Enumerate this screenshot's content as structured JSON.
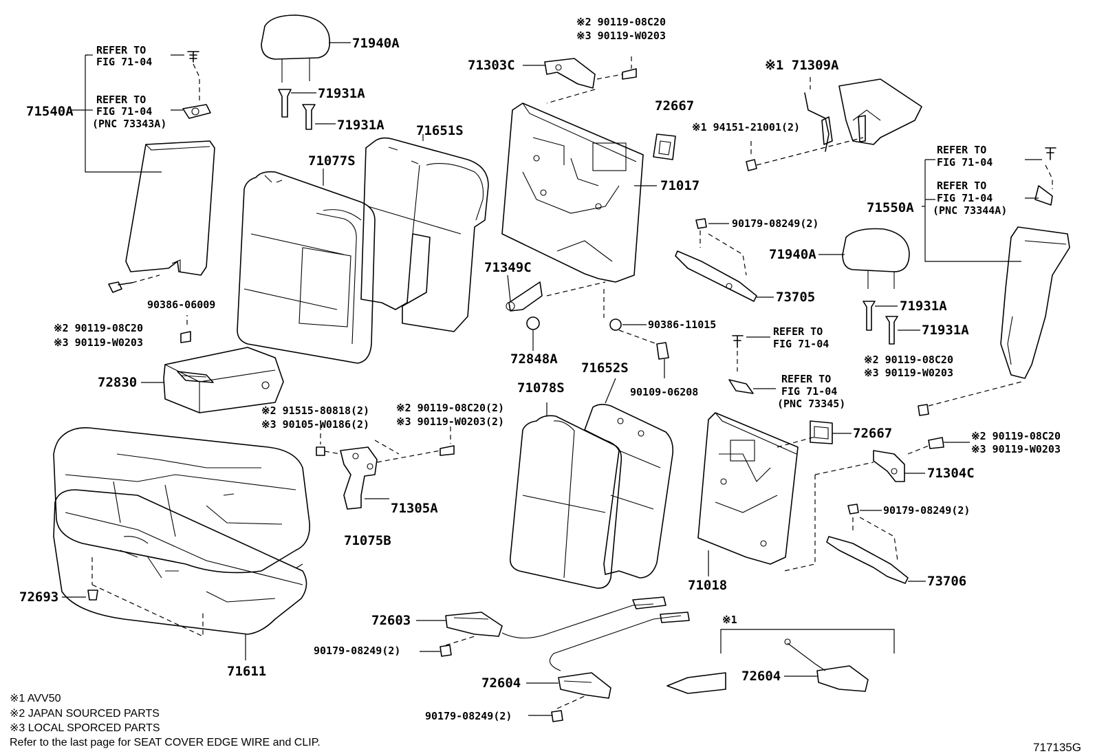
{
  "callouts": [
    {
      "id": "c71940a_1",
      "text": "71940A",
      "cls": "big"
    },
    {
      "id": "c71931a_1",
      "text": "71931A",
      "cls": "big"
    },
    {
      "id": "c71931a_2",
      "text": "71931A",
      "cls": "big"
    },
    {
      "id": "c71077s",
      "text": "71077S",
      "cls": "big"
    },
    {
      "id": "c71651s",
      "text": "71651S",
      "cls": "big"
    },
    {
      "id": "c71540a",
      "text": "71540A",
      "cls": "big"
    },
    {
      "id": "c_refer1a",
      "text": "REFER TO",
      "cls": "small"
    },
    {
      "id": "c_refer1b",
      "text": "FIG 71-04",
      "cls": "small"
    },
    {
      "id": "c_refer2a",
      "text": "REFER TO",
      "cls": "small"
    },
    {
      "id": "c_refer2b",
      "text": "FIG 71-04",
      "cls": "small"
    },
    {
      "id": "c_refer2c",
      "text": "(PNC 73343A)",
      "cls": "small"
    },
    {
      "id": "c_90386_06009",
      "text": "90386-06009",
      "cls": "small"
    },
    {
      "id": "c_n2_a",
      "text": "※2 90119-08C20",
      "cls": "small"
    },
    {
      "id": "c_n3_a",
      "text": "※3 90119-W0203",
      "cls": "small"
    },
    {
      "id": "c72830",
      "text": "72830",
      "cls": "big"
    },
    {
      "id": "c_n2_b",
      "text": "※2 90119-08C20",
      "cls": "small"
    },
    {
      "id": "c_n3_b",
      "text": "※3 90119-W0203",
      "cls": "small"
    },
    {
      "id": "c71303c",
      "text": "71303C",
      "cls": "big"
    },
    {
      "id": "c72667_1",
      "text": "72667",
      "cls": "big"
    },
    {
      "id": "c71017",
      "text": "71017",
      "cls": "big"
    },
    {
      "id": "c71309a",
      "text": "※1 71309A",
      "cls": "big"
    },
    {
      "id": "c94151",
      "text": "※1 94151-21001(2)",
      "cls": "small"
    },
    {
      "id": "c_refer3a",
      "text": "REFER TO",
      "cls": "small"
    },
    {
      "id": "c_refer3b",
      "text": "FIG 71-04",
      "cls": "small"
    },
    {
      "id": "c_refer4a",
      "text": "REFER TO",
      "cls": "small"
    },
    {
      "id": "c_refer4b",
      "text": "FIG 71-04",
      "cls": "small"
    },
    {
      "id": "c_refer4c",
      "text": "(PNC 73344A)",
      "cls": "small"
    },
    {
      "id": "c71550a",
      "text": "71550A",
      "cls": "big"
    },
    {
      "id": "c90179_1",
      "text": "90179-08249(2)",
      "cls": "small"
    },
    {
      "id": "c71940a_2",
      "text": "71940A",
      "cls": "big"
    },
    {
      "id": "c73705",
      "text": "73705",
      "cls": "big"
    },
    {
      "id": "c71931a_3",
      "text": "71931A",
      "cls": "big"
    },
    {
      "id": "c71931a_4",
      "text": "71931A",
      "cls": "big"
    },
    {
      "id": "c71349c",
      "text": "71349C",
      "cls": "big"
    },
    {
      "id": "c90386_11015",
      "text": "90386-11015",
      "cls": "small"
    },
    {
      "id": "c72848a",
      "text": "72848A",
      "cls": "big"
    },
    {
      "id": "c_refer5a",
      "text": "REFER TO",
      "cls": "small"
    },
    {
      "id": "c_refer5b",
      "text": "FIG 71-04",
      "cls": "small"
    },
    {
      "id": "c_n2_c",
      "text": "※2 90119-08C20",
      "cls": "small"
    },
    {
      "id": "c_n3_c",
      "text": "※3 90119-W0203",
      "cls": "small"
    },
    {
      "id": "c71652s",
      "text": "71652S",
      "cls": "big"
    },
    {
      "id": "c71078s",
      "text": "71078S",
      "cls": "big"
    },
    {
      "id": "c90109",
      "text": "90109-06208",
      "cls": "small"
    },
    {
      "id": "c_refer6a",
      "text": "REFER TO",
      "cls": "small"
    },
    {
      "id": "c_refer6b",
      "text": "FIG 71-04",
      "cls": "small"
    },
    {
      "id": "c_refer6c",
      "text": "(PNC 73345)",
      "cls": "small"
    },
    {
      "id": "c_n2_d",
      "text": "※2 91515-80818(2)",
      "cls": "small"
    },
    {
      "id": "c_n3_d",
      "text": "※3 90105-W0186(2)",
      "cls": "small"
    },
    {
      "id": "c_n2_e",
      "text": "※2 90119-08C20(2)",
      "cls": "small"
    },
    {
      "id": "c_n3_e",
      "text": "※3 90119-W0203(2)",
      "cls": "small"
    },
    {
      "id": "c72667_2",
      "text": "72667",
      "cls": "big"
    },
    {
      "id": "c_n2_f",
      "text": "※2 90119-08C20",
      "cls": "small"
    },
    {
      "id": "c_n3_f",
      "text": "※3 90119-W0203",
      "cls": "small"
    },
    {
      "id": "c71304c",
      "text": "71304C",
      "cls": "big"
    },
    {
      "id": "c71305a",
      "text": "71305A",
      "cls": "big"
    },
    {
      "id": "c90179_2",
      "text": "90179-08249(2)",
      "cls": "small"
    },
    {
      "id": "c71075b",
      "text": "71075B",
      "cls": "big"
    },
    {
      "id": "c73706",
      "text": "73706",
      "cls": "big"
    },
    {
      "id": "c71018",
      "text": "71018",
      "cls": "big"
    },
    {
      "id": "c72693",
      "text": "72693",
      "cls": "big"
    },
    {
      "id": "c72603",
      "text": "72603",
      "cls": "big"
    },
    {
      "id": "c90179_3",
      "text": "90179-08249(2)",
      "cls": "small"
    },
    {
      "id": "c_n1_box",
      "text": "※1",
      "cls": "small"
    },
    {
      "id": "c71611",
      "text": "71611",
      "cls": "big"
    },
    {
      "id": "c72604_1",
      "text": "72604",
      "cls": "big"
    },
    {
      "id": "c72604_2",
      "text": "72604",
      "cls": "big"
    },
    {
      "id": "c90179_4",
      "text": "90179-08249(2)",
      "cls": "small"
    }
  ],
  "notes": [
    "※1 AVV50",
    "※2 JAPAN SOURCED PARTS",
    "※3 LOCAL SPORCED PARTS",
    "Refer to the last page for SEAT COVER EDGE WIRE and CLIP."
  ],
  "figure_code": "717135G"
}
